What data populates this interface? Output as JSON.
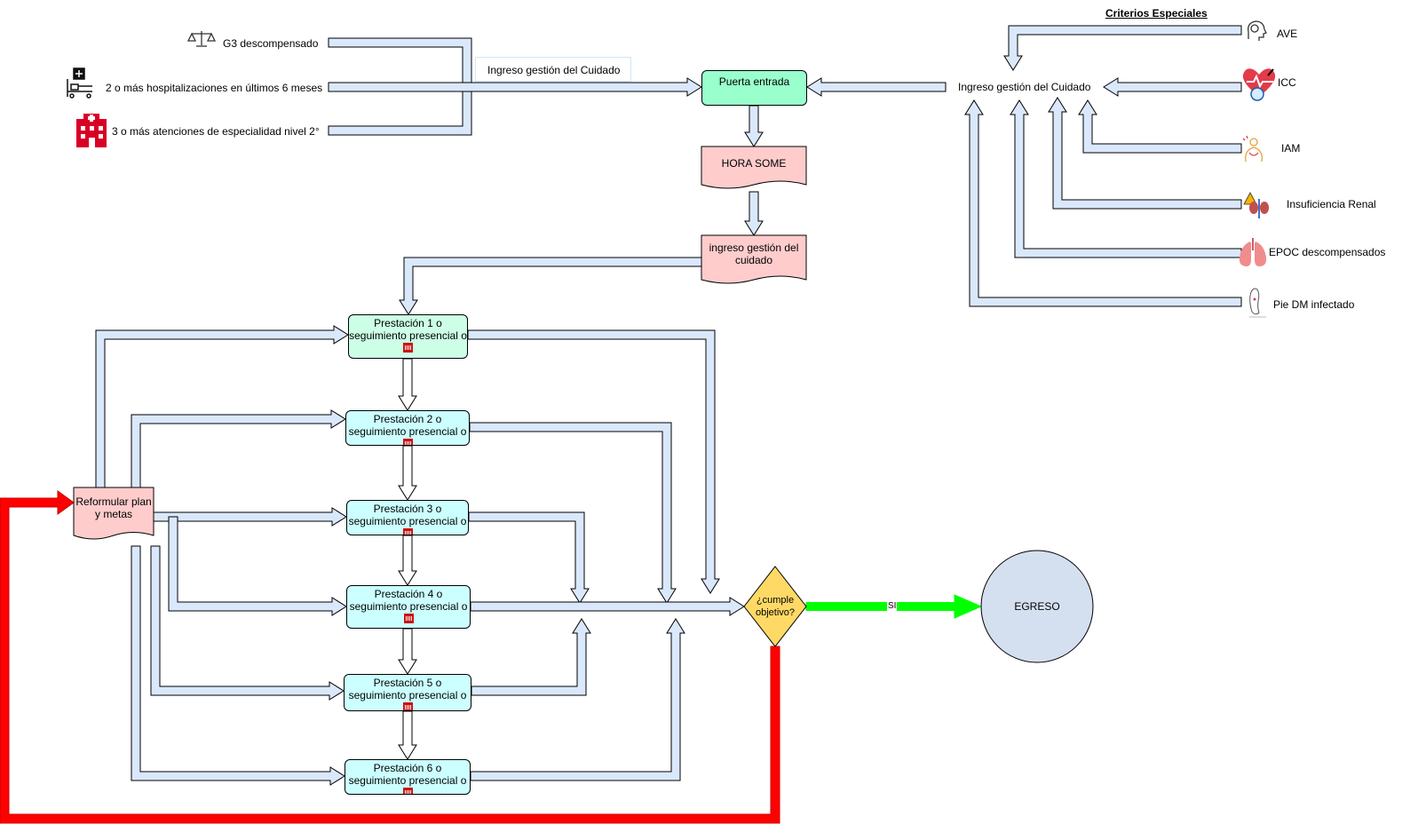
{
  "left_criteria": {
    "g3": "G3 descompensado",
    "hospitalizaciones": "2 o más hospitalizaciones en últimos 6 meses",
    "atenciones": "3 o más atenciones de especialidad nivel 2°",
    "connector_label": "Ingreso gestión del Cuidado"
  },
  "flow": {
    "puerta_entrada": "Puerta entrada",
    "hora_some": "HORA SOME",
    "ingreso_cuidado": "ingreso gestión del cuidado",
    "reformular": "Reformular plan y metas",
    "decision": "¿cumple objetivo?",
    "si_label": "SI",
    "egreso": "EGRESO"
  },
  "prestaciones": [
    {
      "title": "Prestación 1 o",
      "subtitle": "seguimiento presencial o"
    },
    {
      "title": "Prestación 2 o",
      "subtitle": "seguimiento presencial o"
    },
    {
      "title": "Prestación 3 o",
      "subtitle": "seguimiento presencial o"
    },
    {
      "title": "Prestación 4 o",
      "subtitle": "seguimiento presencial o"
    },
    {
      "title": "Prestación 5 o",
      "subtitle": "seguimiento presencial o"
    },
    {
      "title": "Prestación 6 o",
      "subtitle": "seguimiento presencial o"
    }
  ],
  "criterios_especiales": {
    "title": "Criterios Especiales",
    "ingreso_label": "Ingreso gestión del Cuidado",
    "items": [
      "AVE",
      "ICC",
      "IAM",
      "Insuficiencia Renal",
      "EPOC descompensados",
      "Pie DM infectado"
    ]
  },
  "icons": {
    "g3": "scale-icon",
    "hospitalizaciones": "hospital-bed-icon",
    "atenciones": "hospital-building-icon",
    "ave": "brain-head-icon",
    "icc": "heart-icon",
    "iam": "chest-pain-icon",
    "renal": "kidney-icon",
    "epoc": "lungs-icon",
    "pie": "foot-icon",
    "prestacion": "building-icon"
  },
  "colors": {
    "arrow_fill": "#dae8fc",
    "arrow_stroke": "#000000",
    "puerta_fill": "#99ffcc",
    "document_fill": "#ffcccc",
    "prestacion1_fill": "#ccffe6",
    "prestacion_fill": "#ccffff",
    "decision_fill": "#ffd966",
    "egreso_fill": "#d4dff0",
    "si_arrow": "#00ff00",
    "loop_arrow": "#ff0000",
    "icon_red": "#d80027"
  }
}
